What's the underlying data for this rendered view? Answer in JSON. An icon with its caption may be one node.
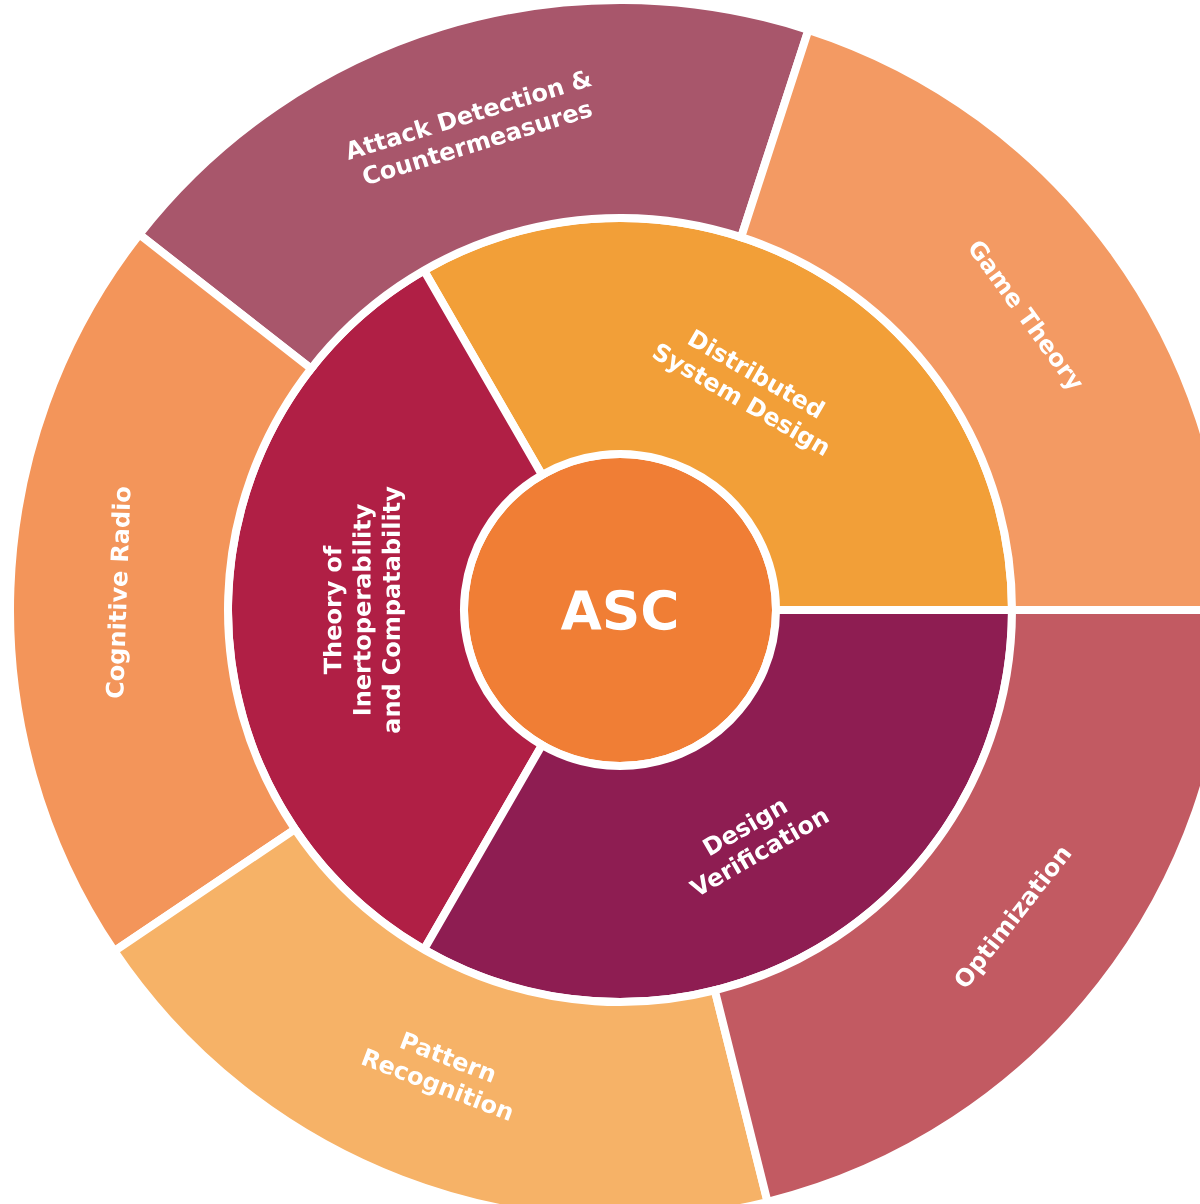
{
  "diagram": {
    "nodes": [
      {
        "text": [
          "ASC"
        ]
      },
      {
        "text": [
          "Distributed System Design"
        ]
      },
      {
        "text": [
          "Theory of Inertoperability and Compatability"
        ]
      },
      {
        "text": [
          "Design Verification"
        ]
      },
      {
        "text": [
          "Attack Detection & Countermeasures"
        ]
      },
      {
        "text": [
          "Game Theory"
        ]
      },
      {
        "text": [
          "Cognitive Radio"
        ]
      },
      {
        "text": [
          "Pattern Recognition"
        ]
      },
      {
        "text": [
          "Optimization"
        ]
      }
    ]
  }
}
